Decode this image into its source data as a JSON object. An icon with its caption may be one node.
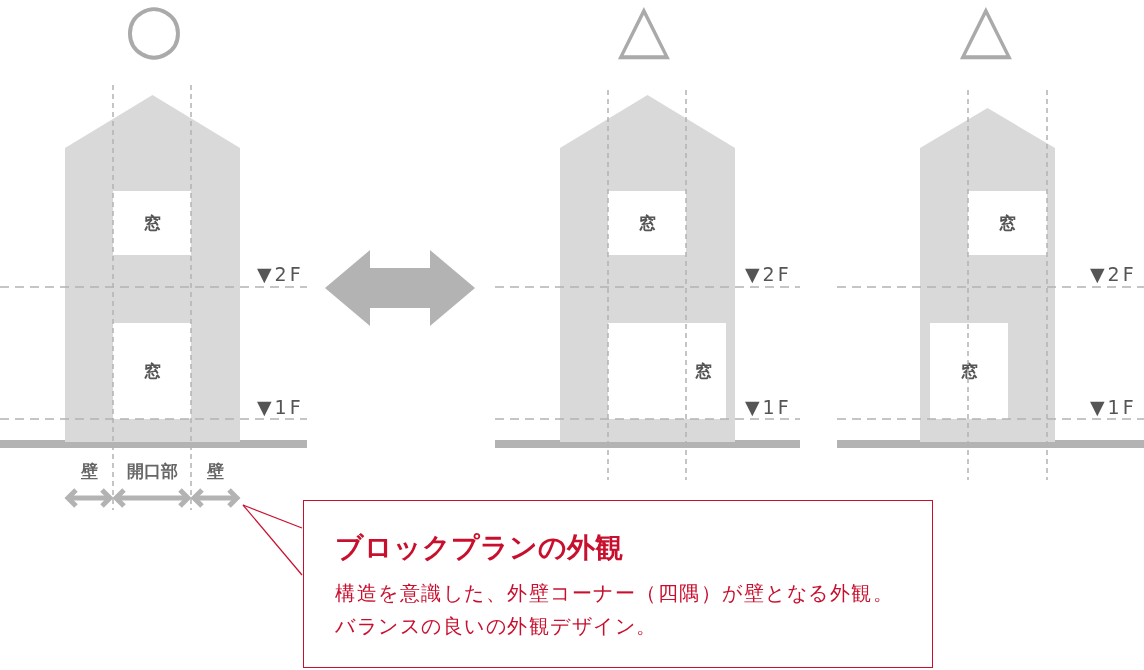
{
  "diagram": {
    "nodes": [
      {
        "text": [],
        "shape": "house"
      },
      {
        "text": [
          "窓"
        ],
        "in": 0
      },
      {
        "text": [
          "窓"
        ],
        "in": 0
      },
      {
        "text": [],
        "shape": "house"
      },
      {
        "text": [
          "窓"
        ],
        "in": 3
      },
      {
        "text": [
          "窓"
        ],
        "in": 3
      },
      {
        "text": [],
        "shape": "house"
      },
      {
        "text": [
          "窓"
        ],
        "in": 6
      },
      {
        "text": [
          "窓"
        ],
        "in": 6
      },
      {
        "text": [
          "ブロックプランの外観",
          "構造を意識した、外壁コーナー（四隅）が壁となる外観。バランスの良いの外観デザイン。"
        ]
      }
    ],
    "edges": [
      {
        "from": 0,
        "to": 3,
        "arrow": "both"
      },
      {
        "from": 9,
        "to": null,
        "arrow": "none"
      }
    ],
    "labels": [
      "○",
      "△",
      "△",
      "▼2F",
      "▼2F",
      "▼2F",
      "▼1F",
      "▼1F",
      "▼1F",
      "壁",
      "開口部",
      "壁"
    ]
  }
}
